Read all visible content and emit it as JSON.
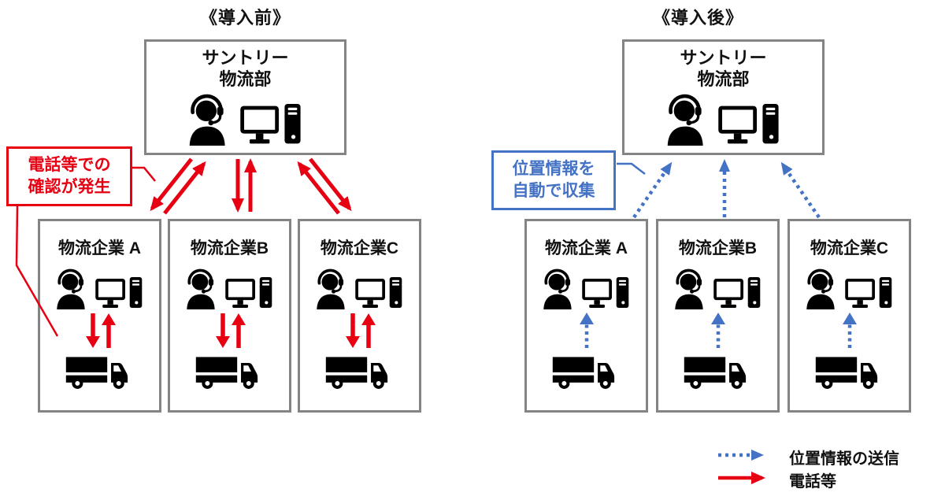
{
  "page": {
    "background": "#ffffff"
  },
  "panels": {
    "before": {
      "header": "《導入前》",
      "hub": {
        "line1": "サントリー",
        "line2": "物流部"
      },
      "companies": [
        {
          "label": "物流企業 A"
        },
        {
          "label": "物流企業B"
        },
        {
          "label": "物流企業C"
        }
      ],
      "callout": {
        "line1": "電話等での",
        "line2": "確認が発生"
      }
    },
    "after": {
      "header": "《導入後》",
      "hub": {
        "line1": "サントリー",
        "line2": "物流部"
      },
      "companies": [
        {
          "label": "物流企業 A"
        },
        {
          "label": "物流企業B"
        },
        {
          "label": "物流企業C"
        }
      ],
      "callout": {
        "line1": "位置情報を",
        "line2": "自動で収集"
      }
    }
  },
  "legend": {
    "items": [
      {
        "label": "位置情報の送信",
        "line_style": "dotted",
        "color": "#4472c4"
      },
      {
        "label": "電話等",
        "line_style": "solid",
        "color": "#e60012"
      }
    ]
  },
  "icons": {
    "operator": "headset-operator-icon",
    "computer": "desktop-computer-icon",
    "truck": "truck-icon"
  },
  "colors": {
    "red": "#e60012",
    "blue": "#4472c4",
    "box_border": "#848484",
    "text": "#111111",
    "background": "#ffffff"
  }
}
